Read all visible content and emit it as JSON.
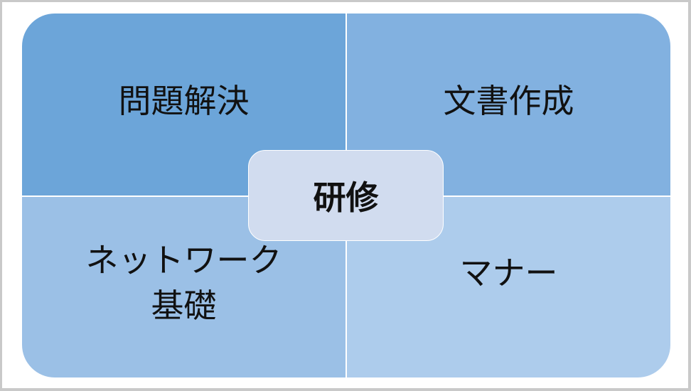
{
  "diagram": {
    "center_label": "研修",
    "quadrants": {
      "top_left": "問題解決",
      "top_right": "文書作成",
      "bottom_left_line1": "ネットワーク",
      "bottom_left_line2": "基礎",
      "bottom_right": "マナー"
    }
  },
  "colors": {
    "top_left": "#6ca5d9",
    "top_right": "#82b1e0",
    "bottom_left": "#9bc0e6",
    "bottom_right": "#adccec",
    "center": "#d1dcef"
  }
}
